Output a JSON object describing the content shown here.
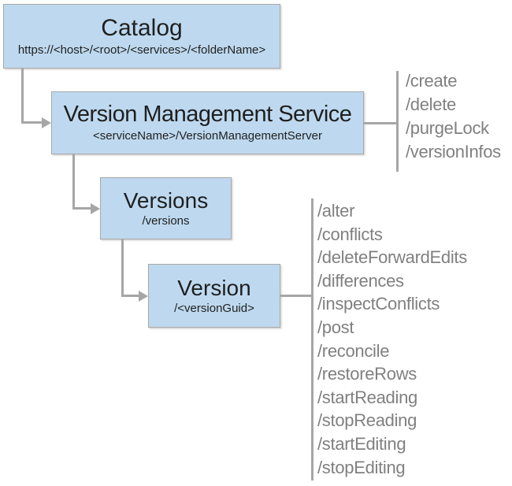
{
  "colors": {
    "box-fill": "#bed9ef",
    "box-border": "#a8a8a8",
    "line": "#a6a6a6",
    "title-text": "#1f1f1f",
    "endpoint-text": "#808080"
  },
  "nodes": {
    "catalog": {
      "title": "Catalog",
      "subtitle": "https://<host>/<root>/<services>/<folderName>"
    },
    "vms": {
      "title": "Version Management Service",
      "subtitle": "<serviceName>/VersionManagementServer"
    },
    "versions": {
      "title": "Versions",
      "subtitle": "/versions"
    },
    "version": {
      "title": "Version",
      "subtitle": "/<versionGuid>"
    }
  },
  "endpoints": {
    "vms": [
      "/create",
      "/delete",
      "/purgeLock",
      "/versionInfos"
    ],
    "version": [
      "/alter",
      "/conflicts",
      "/deleteForwardEdits",
      "/differences",
      "/inspectConflicts",
      "/post",
      "/reconcile",
      "/restoreRows",
      "/startReading",
      "/stopReading",
      "/startEditing",
      "/stopEditing"
    ]
  }
}
